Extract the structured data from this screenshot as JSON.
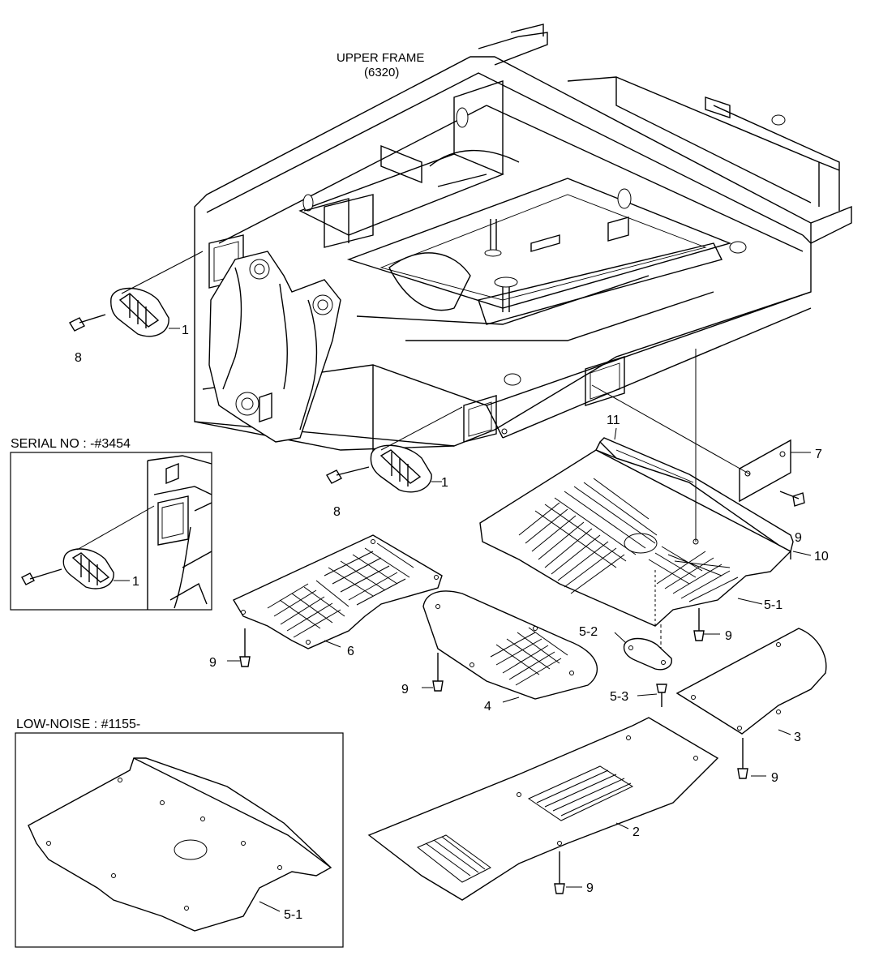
{
  "headers": {
    "upper_frame": "UPPER FRAME",
    "upper_frame_code": "(6320)",
    "serial_no": "SERIAL NO : -#3454",
    "low_noise": "LOW-NOISE : #1155-"
  },
  "callouts": {
    "c1_left": "1",
    "c8_left": "8",
    "c1_center": "1",
    "c8_center": "8",
    "c1_inset": "1",
    "c11": "11",
    "c7": "7",
    "c9_right": "9",
    "c10": "10",
    "c5_1": "5-1",
    "c9_mid": "9",
    "c5_2": "5-2",
    "c6": "6",
    "c9_left": "9",
    "c9_cover4": "9",
    "c4": "4",
    "c5_3": "5-3",
    "c3": "3",
    "c9_cover3": "9",
    "c2": "2",
    "c9_bottom": "9",
    "c5_1_inset": "5-1"
  }
}
